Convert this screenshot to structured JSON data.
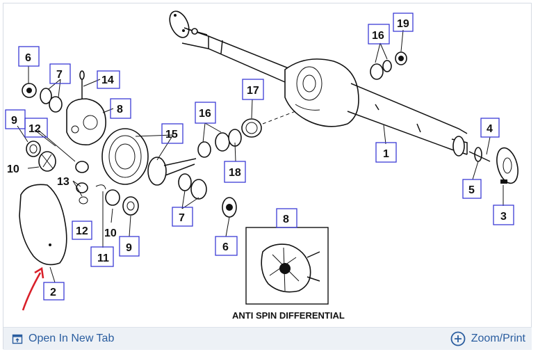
{
  "diagram": {
    "callouts": [
      "1",
      "2",
      "3",
      "4",
      "5",
      "6",
      "6",
      "7",
      "7",
      "8",
      "8",
      "9",
      "9",
      "10",
      "10",
      "11",
      "12",
      "12",
      "13",
      "14",
      "15",
      "16",
      "16",
      "17",
      "18",
      "19"
    ],
    "caption": "ANTI SPIN DIFFERENTIAL"
  },
  "footer": {
    "open_label": "Open In New Tab",
    "zoom_label": "Zoom/Print",
    "open_icon": "open-external-icon",
    "zoom_icon": "plus-circle-icon"
  },
  "colors": {
    "callout_box": "#3b3bd6",
    "link": "#2a5d9f",
    "footer_bg": "#edf1f6",
    "annotation_arrow": "#d9202a"
  }
}
